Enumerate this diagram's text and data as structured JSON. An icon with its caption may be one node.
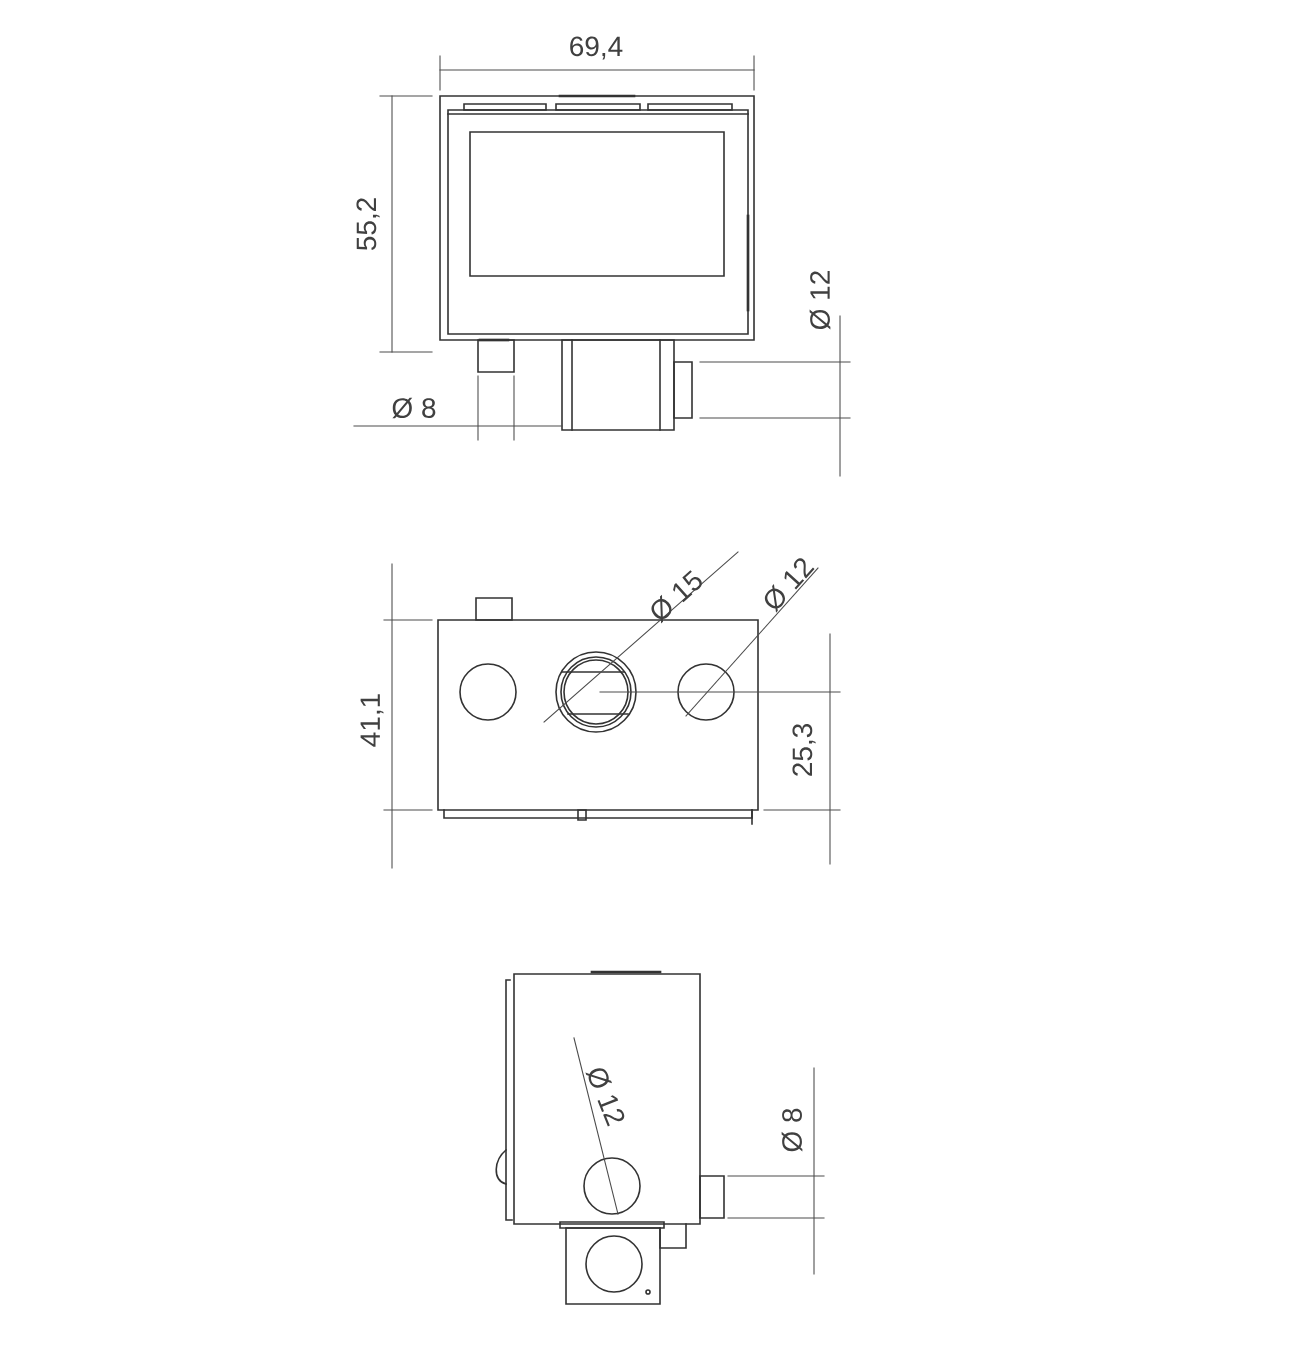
{
  "diagram": {
    "labels": [
      "69,4",
      "55,2",
      "Ø 12",
      "Ø 8",
      "Ø 15",
      "Ø 12",
      "41,1",
      "25,3",
      "Ø 12",
      "Ø 8"
    ]
  }
}
